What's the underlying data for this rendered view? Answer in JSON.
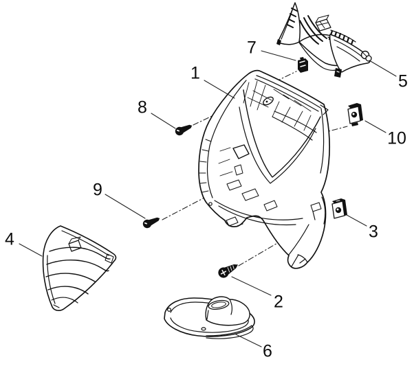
{
  "diagram": {
    "background_color": "#ffffff",
    "line_color": "#111111",
    "part_count": "10"
  },
  "callouts": [
    {
      "number": "1"
    },
    {
      "number": "2"
    },
    {
      "number": "3"
    },
    {
      "number": "4"
    },
    {
      "number": "5"
    },
    {
      "number": "6"
    },
    {
      "number": "7"
    },
    {
      "number": "8"
    },
    {
      "number": "9"
    },
    {
      "number": "10"
    }
  ]
}
